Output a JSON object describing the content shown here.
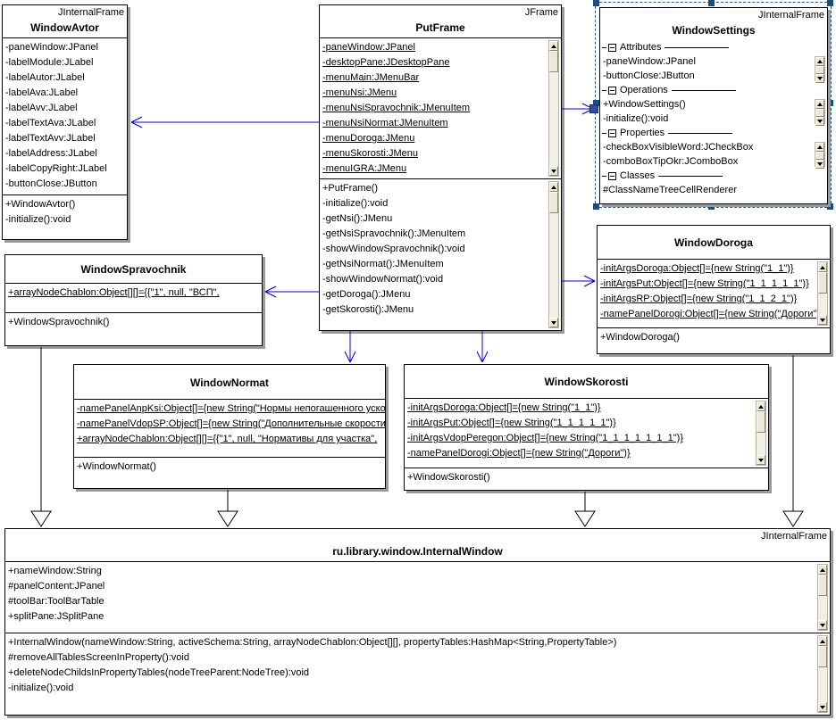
{
  "colors": {
    "association": "#0000d2",
    "generalization": "#000000",
    "selection_border": "#2e5a7d",
    "selection_handle": "#1e4d7a",
    "endpoint_handle": "#2b4da6",
    "box_shadow": "#9a9a9a"
  },
  "classes": {
    "window_avtor": {
      "stereotype": "JInternalFrame",
      "title": "WindowAvtor",
      "attributes": [
        "-paneWindow:JPanel",
        "-labelModule:JLabel",
        "-labelAutor:JLabel",
        "-labelAva:JLabel",
        "-labelAvv:JLabel",
        "-labelTextAva:JLabel",
        "-labelTextAvv:JLabel",
        "-labelAddress:JLabel",
        "-labelCopyRight:JLabel",
        "-buttonClose:JButton"
      ],
      "methods": [
        "+WindowAvtor()",
        "-initialize():void"
      ]
    },
    "put_frame": {
      "stereotype": "JFrame",
      "title": "PutFrame",
      "attributes": [
        "-paneWindow:JPanel",
        "-desktopPane:JDesktopPane",
        "-menuMain:JMenuBar",
        "-menuNsi:JMenu",
        "-menuNsiSpravochnik:JMenuItem",
        "-menuNsiNormat:JMenuItem",
        "-menuDoroga:JMenu",
        "-menuSkorosti:JMenu",
        "-menuIGRA:JMenu"
      ],
      "methods": [
        "+PutFrame()",
        "-initialize():void",
        "-getNsi():JMenu",
        "-getNsiSpravochnik():JMenuItem",
        "-showWindowSpravochnik():void",
        "-getNsiNormat():JMenuItem",
        "-showWindowNormat():void",
        "-getDoroga():JMenu",
        "-getSkorosti():JMenu"
      ]
    },
    "window_settings": {
      "stereotype": "JInternalFrame",
      "title": "WindowSettings",
      "sections": [
        {
          "label": "Attributes",
          "items": [
            "-paneWindow:JPanel",
            "-buttonClose:JButton"
          ]
        },
        {
          "label": "Operations",
          "items": [
            "+WindowSettings()",
            "-initialize():void"
          ]
        },
        {
          "label": "Properties",
          "items": [
            "-checkBoxVisibleWord:JCheckBox",
            "-comboBoxTipOkr:JComboBox"
          ]
        },
        {
          "label": "Classes",
          "items": [
            "#ClassNameTreeCellRenderer"
          ]
        }
      ]
    },
    "window_spravochnik": {
      "title": "WindowSpravochnik",
      "attributes": [
        "+arrayNodeChablon:Object[][]={{\"1\", null, \"ВСП\","
      ],
      "methods": [
        "+WindowSpravochnik()"
      ]
    },
    "window_doroga": {
      "title": "WindowDoroga",
      "attributes": [
        "-initArgsDoroga:Object[]={new String(\"1_1\")}",
        "-initArgsPut:Object[]={new String(\"1_1_1_1_1\")}",
        "-initArgsRP:Object[]={new String(\"1_1_2_1\")}",
        "-namePanelDorogi:Object[]={new String(\"Дороги\")}"
      ],
      "methods": [
        "+WindowDoroga()"
      ]
    },
    "window_normat": {
      "title": "WindowNormat",
      "attributes": [
        "-namePanelAnpKsi:Object[]={new String(\"Нормы непогашенного ускорения\")}",
        "-namePanelVdopSP:Object[]={new String(\"Дополнительные скорости\")}",
        "+arrayNodeChablon:Object[][]={{\"1\", null, \"Нормативы для участка\","
      ],
      "methods": [
        "+WindowNormat()"
      ]
    },
    "window_skorosti": {
      "title": "WindowSkorosti",
      "attributes": [
        "-initArgsDoroga:Object[]={new String(\"1_1\")}",
        "-initArgsPut:Object[]={new String(\"1_1_1_1_1\")}",
        "-initArgsVdopPeregon:Object[]={new String(\"1_1_1_1_1_1_1\")}",
        "-namePanelDorogi:Object[]={new String(\"Дороги\")}"
      ],
      "methods": [
        "+WindowSkorosti()"
      ]
    },
    "internal_window": {
      "stereotype": "JInternalFrame",
      "title": "ru.library.window.InternalWindow",
      "attributes": [
        "+nameWindow:String",
        "#panelContent:JPanel",
        "#toolBar:ToolBarTable",
        "+splitPane:JSplitPane"
      ],
      "methods": [
        "+InternalWindow(nameWindow:String, activeSchema:String, arrayNodeChablon:Object[][], propertyTables:HashMap<String,PropertyTable>)",
        "#removeAllTablesScreenInProperty():void",
        "+deleteNodeChildsInPropertyTables(nodeTreeParent:NodeTree):void",
        "-initialize():void"
      ]
    }
  }
}
